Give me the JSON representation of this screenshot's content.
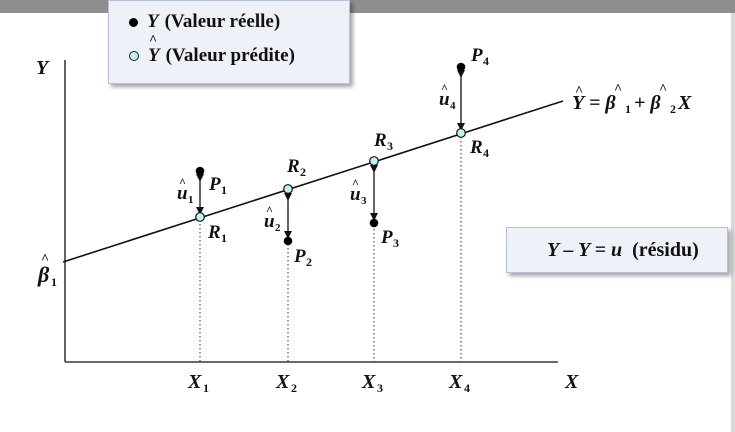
{
  "legend": {
    "real_symbol": "Y",
    "real_label": "(Valeur réelle)",
    "pred_symbol": "Y",
    "pred_label": "(Valeur prédite)"
  },
  "axes": {
    "y_label": "Y",
    "x_label": "X",
    "intercept_label": "β",
    "intercept_sub": "1"
  },
  "regression_line": {
    "label_lhs": "Y",
    "label_rhs": "= β",
    "label_b1_sub": "1",
    "label_plus": "+ β",
    "label_b2_sub": "2",
    "label_x": "X"
  },
  "points": [
    {
      "x_label": "X",
      "x_sub": "1",
      "p_label": "P",
      "p_sub": "1",
      "r_label": "R",
      "r_sub": "1",
      "u_label": "u",
      "u_sub": "1"
    },
    {
      "x_label": "X",
      "x_sub": "2",
      "p_label": "P",
      "p_sub": "2",
      "r_label": "R",
      "r_sub": "2",
      "u_label": "u",
      "u_sub": "2"
    },
    {
      "x_label": "X",
      "x_sub": "3",
      "p_label": "P",
      "p_sub": "3",
      "r_label": "R",
      "r_sub": "3",
      "u_label": "u",
      "u_sub": "3"
    },
    {
      "x_label": "X",
      "x_sub": "4",
      "p_label": "P",
      "p_sub": "4",
      "r_label": "R",
      "r_sub": "4",
      "u_label": "u",
      "u_sub": "4"
    }
  ],
  "residual_box": {
    "formula": "Y – Y = u",
    "label": "(résidu)"
  },
  "colors": {
    "predicted_fill": "#bff3f3",
    "box_fill": "#eef1f8",
    "top_bar": "#8e8e8e"
  }
}
